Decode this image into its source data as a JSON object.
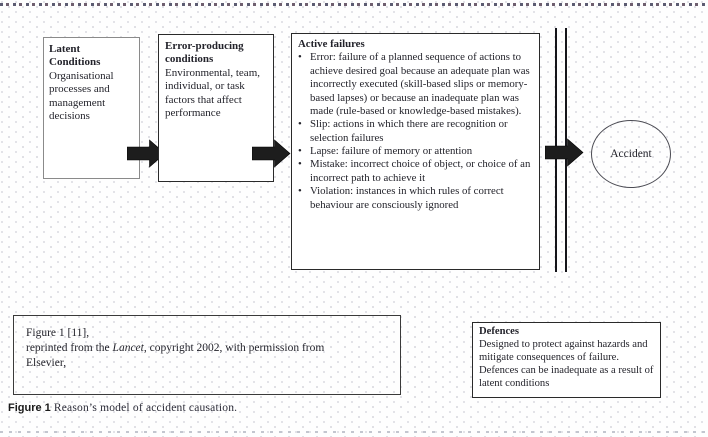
{
  "palette": {
    "arrow_fill": "#1d1d1d",
    "box_border_dark": "#2a2a2a",
    "box_border_gray": "#8a8a8a",
    "dot_color": "#d9d9df"
  },
  "diagram": {
    "bullet_char": "•",
    "boxes": {
      "latent": {
        "title": "Latent Conditions",
        "body": "Organisational processes and management decisions"
      },
      "error_producing": {
        "title": "Error-producing conditions",
        "body": "Environmental, team, individual, or task factors that affect performance"
      },
      "active": {
        "title": "Active failures",
        "items": [
          "Error: failure of a planned sequence of actions to achieve desired goal because an adequate plan was incorrectly executed (skill-based slips or memory-based lapses) or because an inadequate plan was made (rule-based or knowledge-based mistakes).",
          "Slip: actions in which there are recognition or selection failures",
          "Lapse: failure of memory or attention",
          "Mistake: incorrect choice of object, or choice of an incorrect path to achieve it",
          "Violation: instances in which rules of correct behaviour are consciously ignored"
        ]
      },
      "defences": {
        "title": "Defences",
        "body": "Designed to protect against hazards and mitigate consequences of failure. Defences can be inadequate as a result of latent conditions"
      }
    },
    "accident_label": "Accident"
  },
  "citation": {
    "line1": "Figure 1 [11],",
    "line2_pre": "reprinted from the ",
    "line2_italic": "Lancet",
    "line2_post": ", copyright 2002, with permission from",
    "line3": "Elsevier,"
  },
  "caption": {
    "label": "Figure 1",
    "text": "Reason’s model of accident causation."
  }
}
